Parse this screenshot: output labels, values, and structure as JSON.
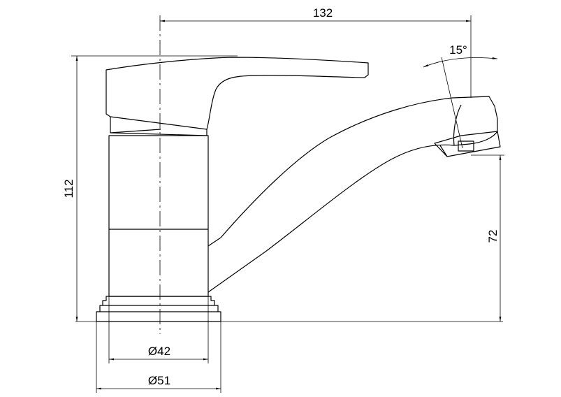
{
  "drawing": {
    "dimensions": {
      "overall_length": "132",
      "overall_height": "112",
      "spout_height": "72",
      "spout_angle": "15°",
      "inner_diameter": "Ø42",
      "base_diameter": "Ø51"
    }
  }
}
